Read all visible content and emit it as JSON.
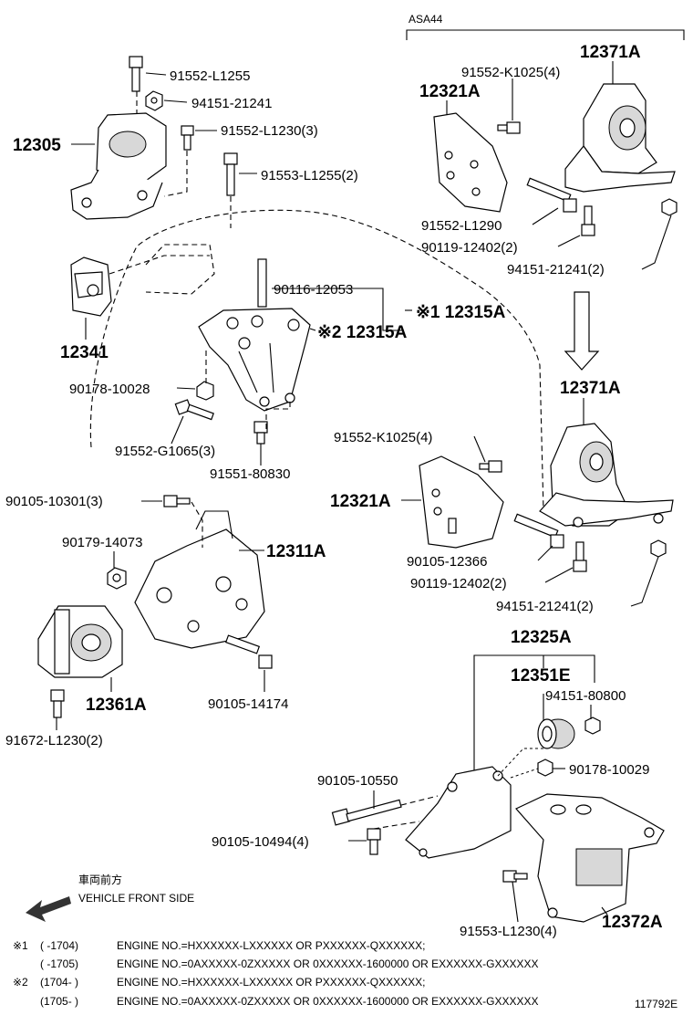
{
  "variant_label": "ASA44",
  "parts": {
    "p12305": "12305",
    "p91552_L1255": "91552-L1255",
    "p94151_21241_a": "94151-21241",
    "p91552_L1230_3": "91552-L1230(3)",
    "p91553_L1255_2": "91553-L1255(2)",
    "p90116_12053": "90116-12053",
    "p12315A_n1": "※1 12315A",
    "p12315A_n2": "※2 12315A",
    "p12341": "12341",
    "p90178_10028": "90178-10028",
    "p91552_G1065_3": "91552-G1065(3)",
    "p91551_80830": "91551-80830",
    "p90105_10301_3": "90105-10301(3)",
    "p90179_14073": "90179-14073",
    "p12311A": "12311A",
    "p12361A": "12361A",
    "p90105_14174": "90105-14174",
    "p91672_L1230_2": "91672-L1230(2)",
    "p12371A_top": "12371A",
    "p91552_K1025_4_top": "91552-K1025(4)",
    "p12321A_top": "12321A",
    "p91552_L1290": "91552-L1290",
    "p90119_12402_2_top": "90119-12402(2)",
    "p94151_21241_2_top": "94151-21241(2)",
    "p12371A_mid": "12371A",
    "p91552_K1025_4_mid": "91552-K1025(4)",
    "p12321A_mid": "12321A",
    "p90105_12366": "90105-12366",
    "p90119_12402_2_mid": "90119-12402(2)",
    "p94151_21241_2_mid": "94151-21241(2)",
    "p12325A": "12325A",
    "p12351E": "12351E",
    "p94151_80800": "94151-80800",
    "p90178_10029": "90178-10029",
    "p90105_10550": "90105-10550",
    "p90105_10494_4": "90105-10494(4)",
    "p91553_L1230_4": "91553-L1230(4)",
    "p12372A": "12372A"
  },
  "direction": {
    "jp": "車両前方",
    "en": "VEHICLE FRONT SIDE"
  },
  "notes": [
    {
      "mark": "※1",
      "range": "(      -1704)",
      "text": "ENGINE NO.=HXXXXXX-LXXXXXX OR PXXXXXX-QXXXXXX;"
    },
    {
      "mark": "",
      "range": "(      -1705)",
      "text": "ENGINE NO.=0AXXXXX-0ZXXXXX OR 0XXXXXX-1600000 OR EXXXXXX-GXXXXXX"
    },
    {
      "mark": "※2",
      "range": "(1704-      )",
      "text": "ENGINE NO.=HXXXXXX-LXXXXXX OR PXXXXXX-QXXXXXX;"
    },
    {
      "mark": "",
      "range": "(1705-      )",
      "text": "ENGINE NO.=0AXXXXX-0ZXXXXX OR 0XXXXXX-1600000 OR EXXXXXX-GXXXXXX"
    }
  ],
  "figure_id": "117792E"
}
